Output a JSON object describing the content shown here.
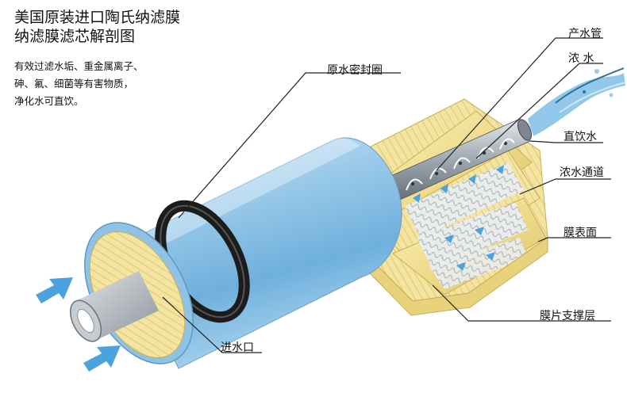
{
  "title": {
    "line1": "美国原装进口陶氏纳滤膜",
    "line2": "纳滤膜滤芯解剖图"
  },
  "description": {
    "line1": "有效过滤水垢、重金属离子、",
    "line2": "砷、氟、细菌等有害物质，",
    "line3": "净化水可直饮。"
  },
  "labels": {
    "product_water_tube": "产水管",
    "concentrate": "浓 水",
    "seal_ring": "原水密封圈",
    "drinking_water": "直饮水",
    "concentrate_channel": "浓水通道",
    "membrane_surface": "膜表面",
    "membrane_support_layer": "膜片支撑层",
    "water_inlet": "进水口"
  },
  "colors": {
    "membrane_blue": "#8fc3e6",
    "membrane_yellow": "#f4e7a6",
    "seal_black": "#1c1c1c",
    "arrow_blue": "#4aa3dc",
    "leader_line": "#222222"
  }
}
